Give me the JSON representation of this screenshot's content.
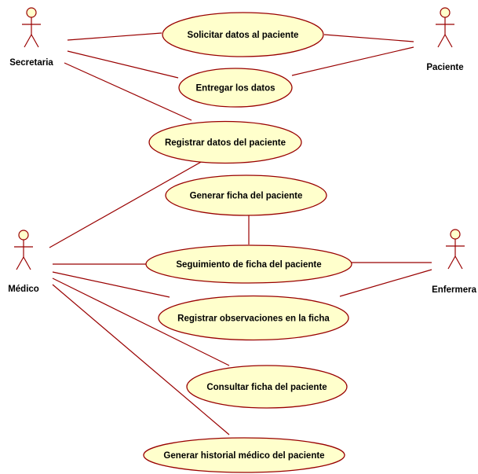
{
  "diagram": {
    "actors": {
      "secretaria": "Secretaria",
      "paciente": "Paciente",
      "medico": "Médico",
      "enfermera": "Enfermera"
    },
    "use_cases": {
      "solicitar": "Solicitar datos al paciente",
      "entregar": "Entregar los datos",
      "registrar_datos": "Registrar datos del paciente",
      "generar_ficha": "Generar ficha del paciente",
      "seguimiento": "Seguimiento de ficha del paciente",
      "registrar_obs": "Registrar observaciones en la ficha",
      "consultar": "Consultar ficha del paciente",
      "historial": "Generar historial médico del paciente"
    },
    "colors": {
      "line": "#990000",
      "fill": "#ffffcc"
    }
  }
}
